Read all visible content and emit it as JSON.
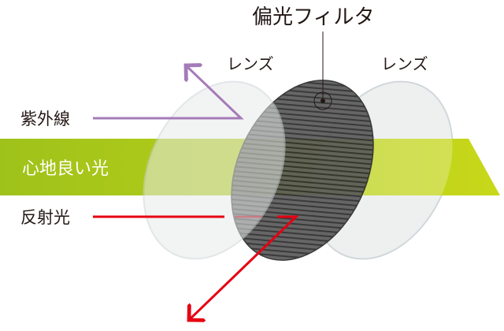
{
  "title": "偏光フィルタ",
  "labels": {
    "lens_left": "レンズ",
    "lens_right": "レンズ",
    "uv": "紫外線",
    "comfortable_light": "心地良い光",
    "reflected_light": "反射光"
  },
  "colors": {
    "uv": "#a57bb8",
    "green_band": "#a6c20f",
    "reflected": "#e60012",
    "filter": "#3a3a3a"
  }
}
